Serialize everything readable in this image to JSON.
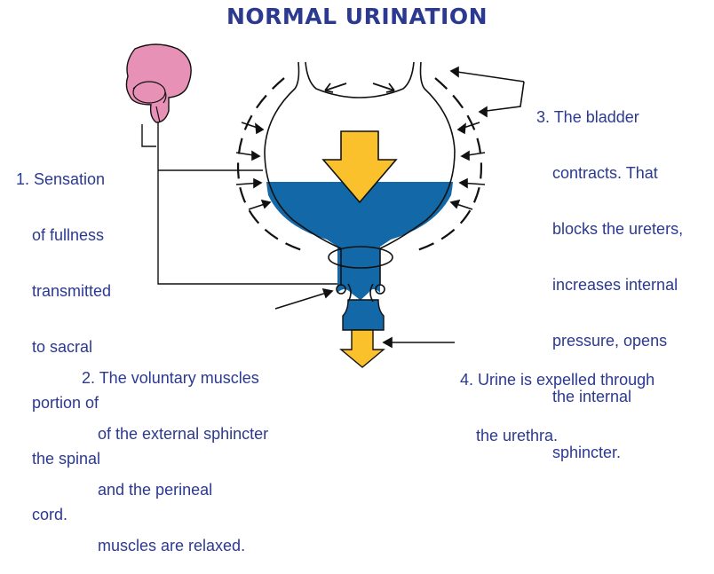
{
  "title": "NORMAL URINATION",
  "colors": {
    "title": "#2b3990",
    "label_text": "#2b3990",
    "brain": "#e891b6",
    "urine": "#1368a8",
    "arrow_fill": "#fbc12d",
    "line": "#111111"
  },
  "labels": {
    "step1": {
      "line1": "1. Sensation",
      "line2": "of fullness",
      "line3": "transmitted",
      "line4": "to sacral",
      "line5": "portion of",
      "line6": "the spinal",
      "line7": "cord."
    },
    "step2": {
      "line1": "2. The voluntary muscles",
      "line2": "of the external sphincter",
      "line3": "and the perineal",
      "line4": "muscles are relaxed."
    },
    "step3": {
      "line1": "3. The bladder",
      "line2": "contracts. That",
      "line3": "blocks the ureters,",
      "line4": "increases internal",
      "line5": "pressure, opens",
      "line6": "the internal",
      "line7": "sphincter."
    },
    "step4": {
      "line1": "4. Urine is expelled through",
      "line2": "the urethra."
    }
  },
  "icons": [
    "brain-icon",
    "bladder-icon",
    "downward-arrow-icon"
  ]
}
